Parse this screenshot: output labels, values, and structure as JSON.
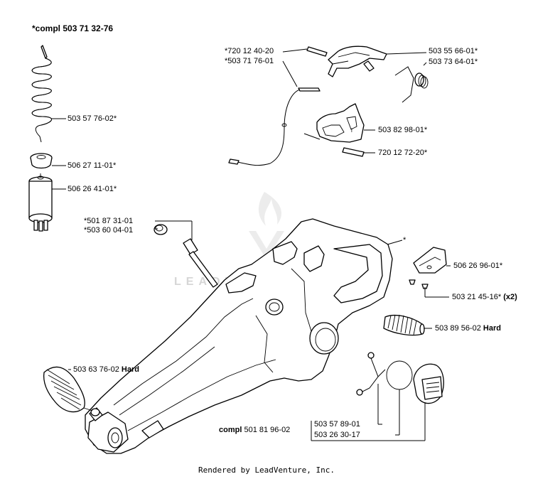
{
  "header": {
    "assembly_label": "*compl 503 71 32-76"
  },
  "watermark": {
    "text": "LEADVENTURE"
  },
  "footer": {
    "text": "Rendered by LeadVenture, Inc."
  },
  "labels": {
    "spring_coil": "503 57 76-02*",
    "cap": "506 27 11-01*",
    "filter": "506 26 41-01*",
    "pin_top": "*720 12 40-20",
    "cable": "*503 71 76-01",
    "trigger": "503 55 66-01*",
    "spring_small": "503 73 64-01*",
    "lockout": "503 82 98-01*",
    "pin_bottom": "720 12 72-20*",
    "screw_part": "*501 87 31-01",
    "bushing": "*503 60 04-01",
    "housing": "*",
    "cover": "506 26 96-01*",
    "screws": "503 21 45-16*",
    "screws_qty": "(x2)",
    "av_right_part": "503 89 56-02",
    "av_right_note": "Hard",
    "av_left_part": "503 63 76-02",
    "av_left_note": "Hard",
    "clip": "503 57 89-01",
    "oring": "503 26 30-17",
    "compl_prefix": "compl",
    "compl_part": "501 81 96-02"
  }
}
